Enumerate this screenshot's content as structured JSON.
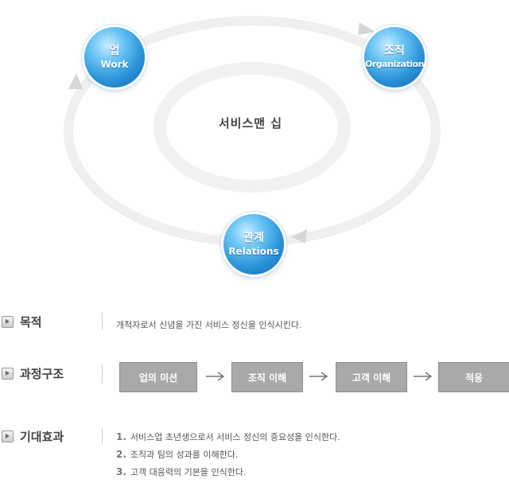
{
  "diagram": {
    "center_label": "서비스맨 십",
    "nodes": [
      {
        "id": "work",
        "ko": "업",
        "en": "Work"
      },
      {
        "id": "organization",
        "ko": "조직",
        "en": "Organization"
      },
      {
        "id": "relations",
        "ko": "관계",
        "en": "Relations"
      }
    ],
    "colors": {
      "node": "#2b93d8",
      "ring": "#eeeeee",
      "arrow": "#d9d9d9"
    }
  },
  "purpose": {
    "title": "목적",
    "text": "개척자로서 신념을 가진 서비스 정신을 인식시킨다."
  },
  "process": {
    "title": "과정구조",
    "steps": [
      "업의 미션",
      "조직 이해",
      "고객 이해",
      "적응"
    ]
  },
  "effects": {
    "title": "기대효과",
    "items": [
      {
        "num": "1.",
        "text": "서비스업 초년생으로서 서비스 정신의 중요성을 인식한다."
      },
      {
        "num": "2.",
        "text": "조직과 팀의 성과를 이해한다."
      },
      {
        "num": "3.",
        "text": "고객 대응력의 기본을 인식한다."
      }
    ]
  }
}
